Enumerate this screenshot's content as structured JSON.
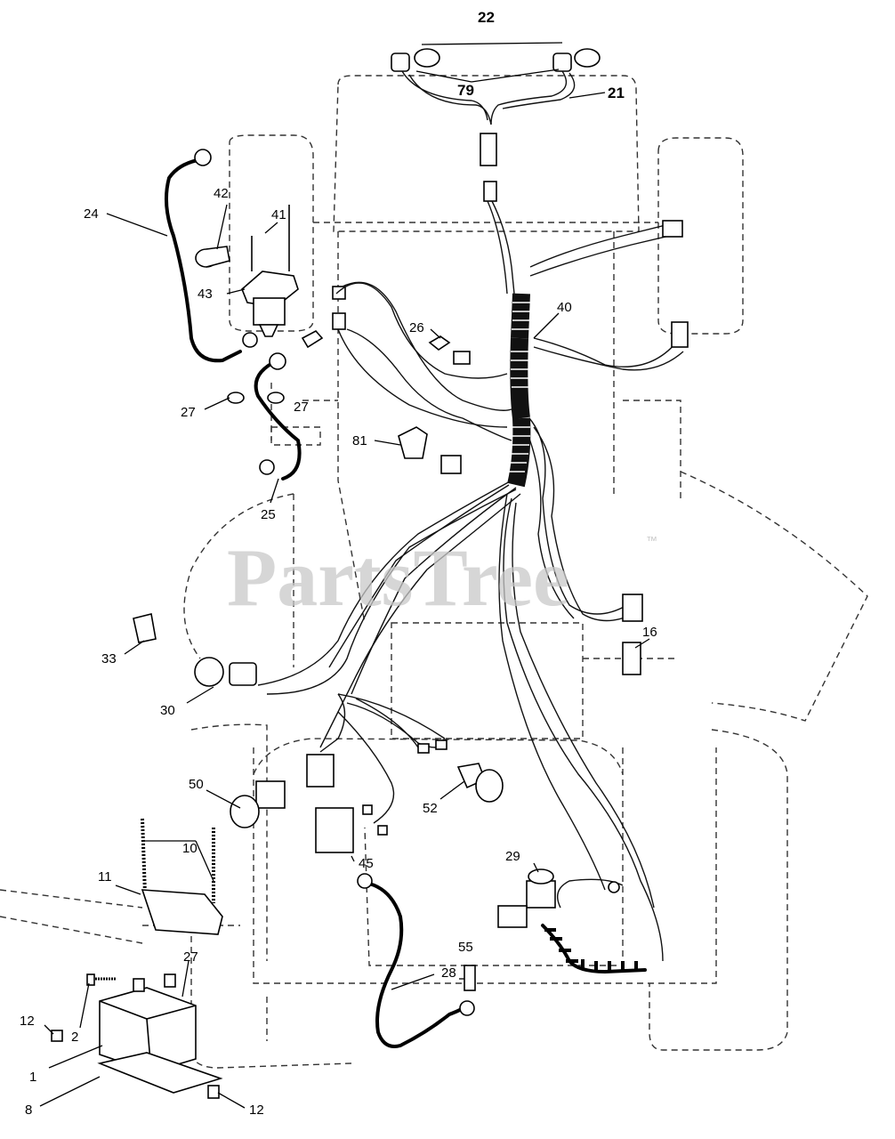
{
  "watermark": {
    "text": "PartsTree",
    "trademark": "™"
  },
  "callouts": {
    "c22": "22",
    "c79": "79",
    "c21": "21",
    "c24": "24",
    "c42": "42",
    "c41": "41",
    "c43": "43",
    "c40": "40",
    "c26": "26",
    "c27a": "27",
    "c27b": "27",
    "c81": "81",
    "c25": "25",
    "c33": "33",
    "c16": "16",
    "c30": "30",
    "c50": "50",
    "c52": "52",
    "c10": "10",
    "c11": "11",
    "c45": "45",
    "c29": "29",
    "c55": "55",
    "c27c": "27",
    "c28": "28",
    "c12a": "12",
    "c2": "2",
    "c1": "1",
    "c8": "8",
    "c12b": "12"
  }
}
